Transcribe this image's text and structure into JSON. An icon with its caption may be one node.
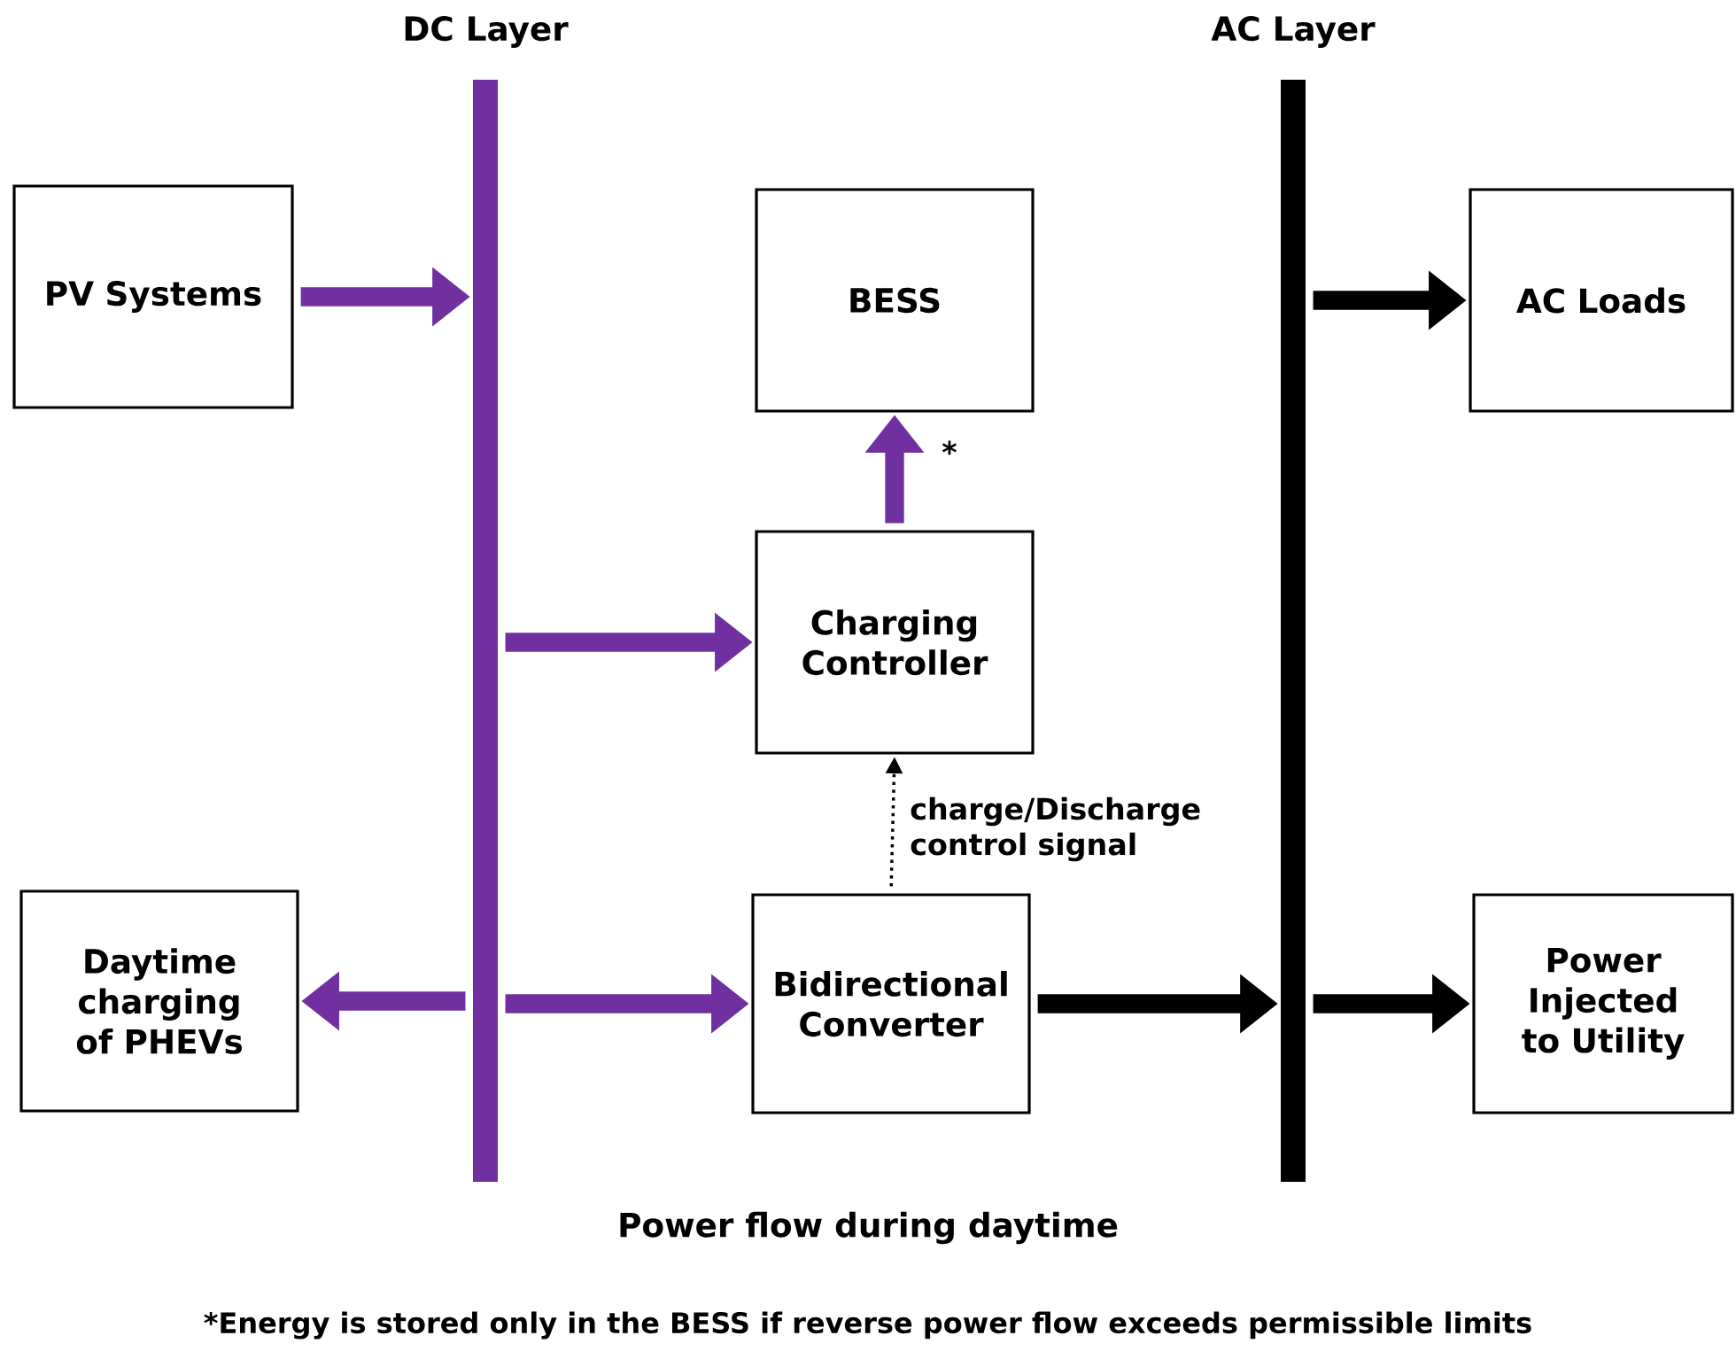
{
  "diagram": {
    "caption": "Power flow during daytime",
    "nodes": [
      {
        "text": [
          "DC Layer"
        ]
      },
      {
        "text": [
          "AC Layer"
        ]
      },
      {
        "text": [
          "PV Systems"
        ]
      },
      {
        "text": [
          "BESS"
        ]
      },
      {
        "text": [
          "AC Loads"
        ]
      },
      {
        "text": [
          "Charging Controller"
        ]
      },
      {
        "text": [
          "Daytime charging of PHEVs"
        ]
      },
      {
        "text": [
          "Bidirectional Converter"
        ]
      },
      {
        "text": [
          "Power Injected to Utility"
        ]
      }
    ],
    "edges": [
      {
        "from": 2,
        "to": 0,
        "arrow": "to"
      },
      {
        "from": 0,
        "to": 5,
        "arrow": "to"
      },
      {
        "from": 5,
        "to": 3,
        "arrow": "to",
        "label": "*"
      },
      {
        "from": 1,
        "to": 4,
        "arrow": "to",
        "color": "#000000"
      },
      {
        "from": 0,
        "to": 6,
        "arrow": "to"
      },
      {
        "from": 0,
        "to": 7,
        "arrow": "to"
      },
      {
        "from": 7,
        "to": 5,
        "arrow": "to",
        "style": "dashed",
        "color": "#000000",
        "label": "charge/Discharge control signal"
      },
      {
        "from": 7,
        "to": 1,
        "arrow": "to",
        "color": "#000000"
      },
      {
        "from": 1,
        "to": 8,
        "arrow": "to",
        "color": "#000000"
      }
    ],
    "labels": [
      "*Energy is stored only in the BESS if reverse power flow exceeds permissible limits"
    ]
  }
}
